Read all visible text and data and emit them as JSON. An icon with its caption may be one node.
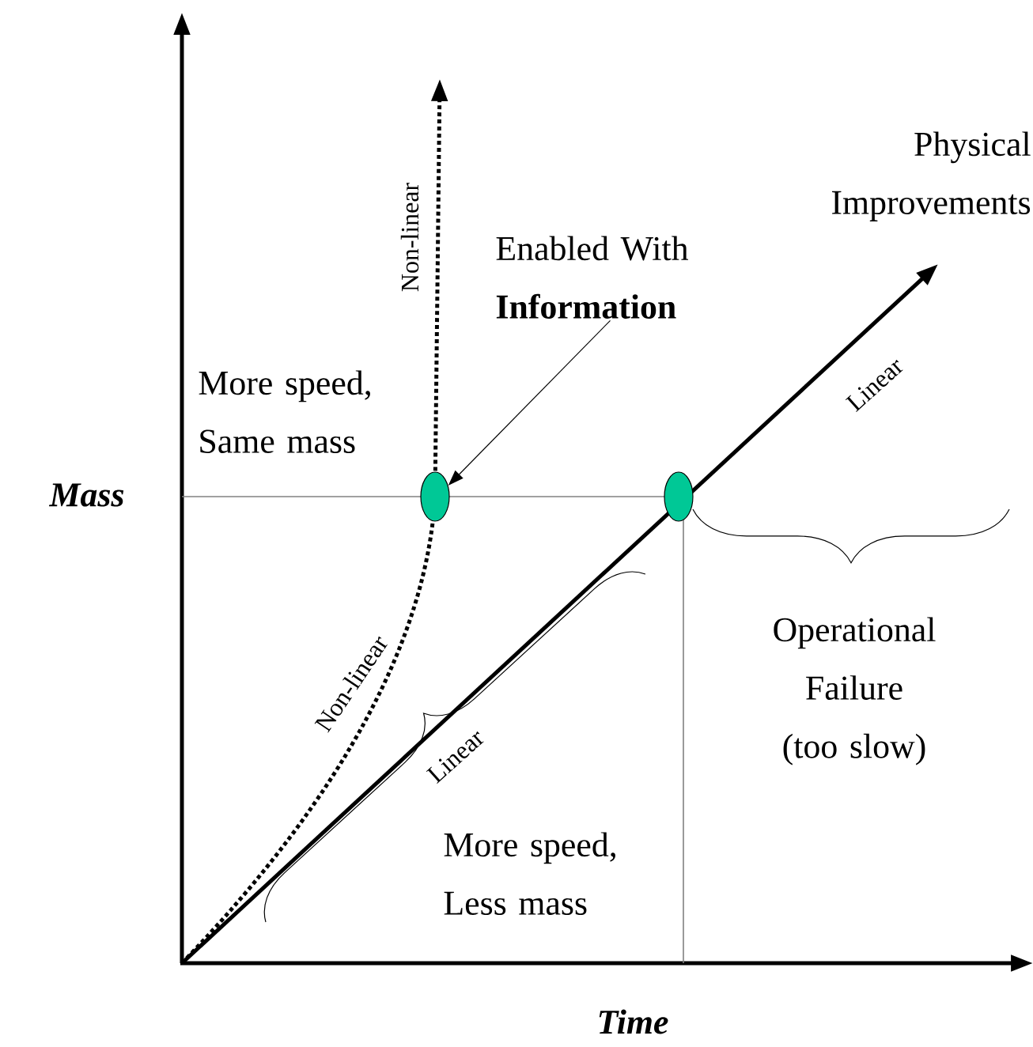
{
  "diagram": {
    "nodes": [
      {
        "text": [],
        "shape": "ellipse"
      },
      {
        "text": [],
        "shape": "ellipse"
      },
      {
        "text": [
          "Enabled With **Information**"
        ]
      }
    ],
    "edges": [
      {
        "from": 2,
        "to": 0,
        "arrow": "to"
      }
    ],
    "labels": [
      "Physical Improvements",
      "Non-linear",
      "Linear",
      "More speed, Same mass",
      "Mass",
      "Non-linear",
      "Linear",
      "Operational Failure (too slow)",
      "More speed, Less mass",
      "Time"
    ]
  }
}
